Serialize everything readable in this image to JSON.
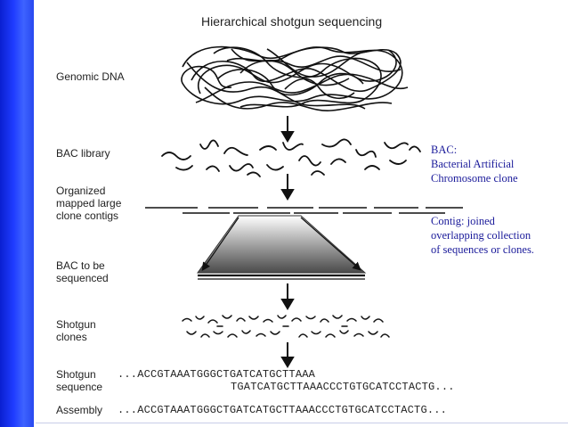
{
  "title": "Hierarchical shotgun sequencing",
  "stages": {
    "genomic": "Genomic DNA",
    "bac_library": "BAC library",
    "organized": [
      "Organized",
      "mapped large",
      "clone contigs"
    ],
    "bac_sequenced": [
      "BAC to be",
      "sequenced"
    ],
    "shotgun_clones": [
      "Shotgun",
      "clones"
    ],
    "shotgun_sequence": [
      "Shotgun",
      "sequence"
    ],
    "assembly": "Assembly"
  },
  "sequences": {
    "read1": "...ACCGTAAATGGGCTGATCATGCTTAAA",
    "read2": "TGATCATGCTTAAACCCTGTGCATCCTACTG...",
    "assembly": "...ACCGTAAATGGGCTGATCATGCTTAAACCCTGTGCATCCTACTG..."
  },
  "notes": {
    "bac": [
      "BAC:",
      "Bacterial Artificial",
      "Chromosome clone"
    ],
    "contig": [
      "Contig: joined",
      "overlapping collection",
      "of sequences or clones."
    ]
  },
  "colors": {
    "sidebar": "#1f3cff",
    "note_text": "#1a1a9a",
    "ink": "#111111"
  }
}
